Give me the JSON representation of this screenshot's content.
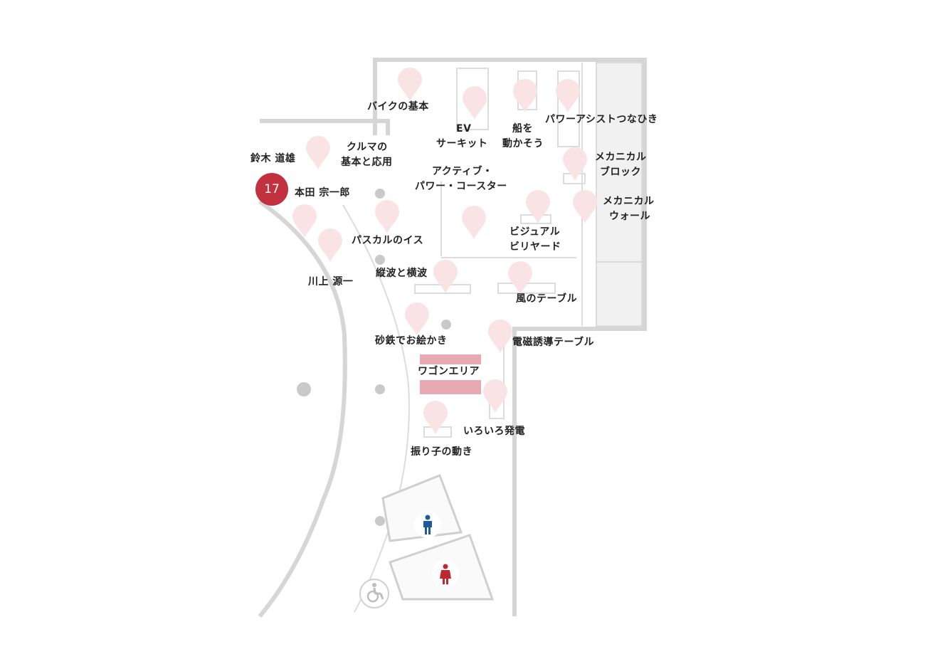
{
  "badge": {
    "number": "17",
    "color": "#c13140"
  },
  "colors": {
    "wall": "#d6d6d6",
    "room": "#f1f1f1",
    "pin": "#f9e1e4",
    "wagon_area": "#e7aab2",
    "pillar": "#c9c9c9",
    "men_icon": "#1e5aa0",
    "women_icon": "#c0282f"
  },
  "icons": {
    "pin": "map-pin-icon",
    "men": "men-restroom-icon",
    "women": "women-restroom-icon",
    "accessible": "wheelchair-icon"
  },
  "exhibits": {
    "bike_basics": "バイクの基本",
    "ev_circuit_1": "EV",
    "ev_circuit_2": "サーキット",
    "move_boat_1": "船を",
    "move_boat_2": "動かそう",
    "power_assist": "パワーアシストつなひき",
    "car_basics_1": "クルマの",
    "car_basics_2": "基本と応用",
    "mechanical_block_1": "メカニカル",
    "mechanical_block_2": "ブロック",
    "active_coaster_1": "アクティブ・",
    "active_coaster_2": "パワー・コースター",
    "mechanical_wall_1": "メカニカル",
    "mechanical_wall_2": "ウォール",
    "pascal_chair": "パスカルのイス",
    "visual_billiard_1": "ビジュアル",
    "visual_billiard_2": "ビリヤード",
    "waves": "縦波と横波",
    "wind_table": "風のテーブル",
    "iron_sand": "砂鉄でお絵かき",
    "induction_table": "電磁誘導テーブル",
    "wagon_area": "ワゴンエリア",
    "power_generation": "いろいろ発電",
    "pendulum": "振り子の動き"
  },
  "people": {
    "suzuki": "鈴木 道雄",
    "honda": "本田 宗一郎",
    "kawakami": "川上 源一"
  }
}
